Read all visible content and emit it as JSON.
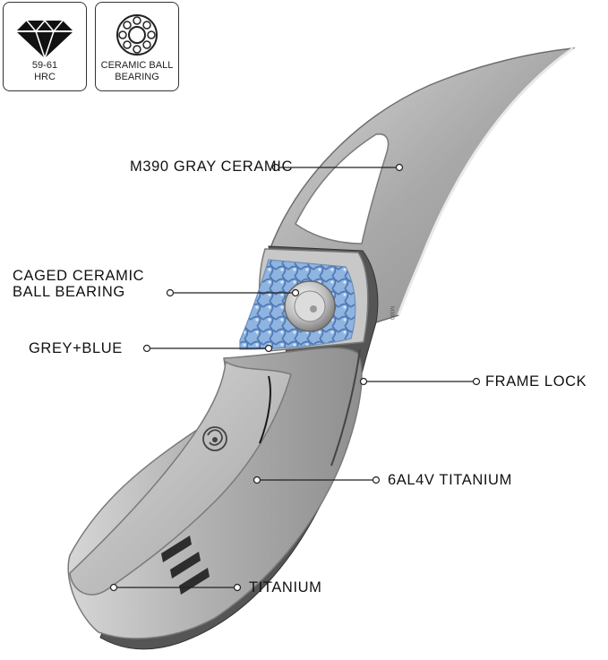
{
  "badges": {
    "hardness": {
      "line1": "59-61",
      "line2": "HRC",
      "icon": "diamond-icon"
    },
    "bearing": {
      "line1": "CERAMIC BALL",
      "line2": "BEARING",
      "icon": "ball-bearing-icon"
    }
  },
  "callouts": {
    "blade": "M390 GRAY CERAMIC",
    "bearing_line1": "CAGED CERAMIC",
    "bearing_line2": "BALL BEARING",
    "inlay": "GREY+BLUE",
    "lock": "FRAME LOCK",
    "handle": "6AL4V TITANIUM",
    "clip": "TITANIUM"
  },
  "blade_stamp": "M390",
  "colors": {
    "steel": "#b9b9b9",
    "inlay_blue": "#7fa8d8",
    "line": "#222222"
  }
}
